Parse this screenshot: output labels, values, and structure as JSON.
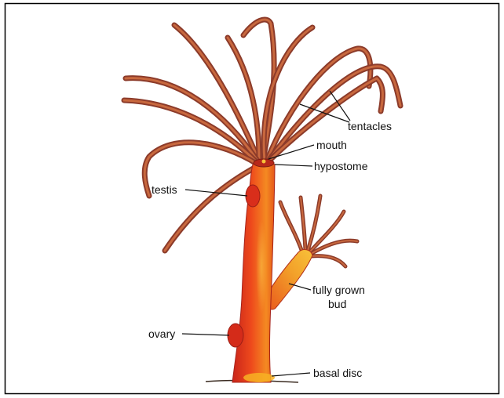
{
  "diagram": {
    "labels": {
      "tentacles": "tentacles",
      "mouth": "mouth",
      "hypostome": "hypostome",
      "testis": "testis",
      "bud_line1": "fully grown",
      "bud_line2": "bud",
      "ovary": "ovary",
      "basal_disc": "basal disc"
    },
    "colors": {
      "body_dark": "#d9301c",
      "body_light": "#f7b223",
      "tentacle": "#8a3a2a",
      "tentacle_light": "#d97c50",
      "frame": "#000000"
    }
  }
}
